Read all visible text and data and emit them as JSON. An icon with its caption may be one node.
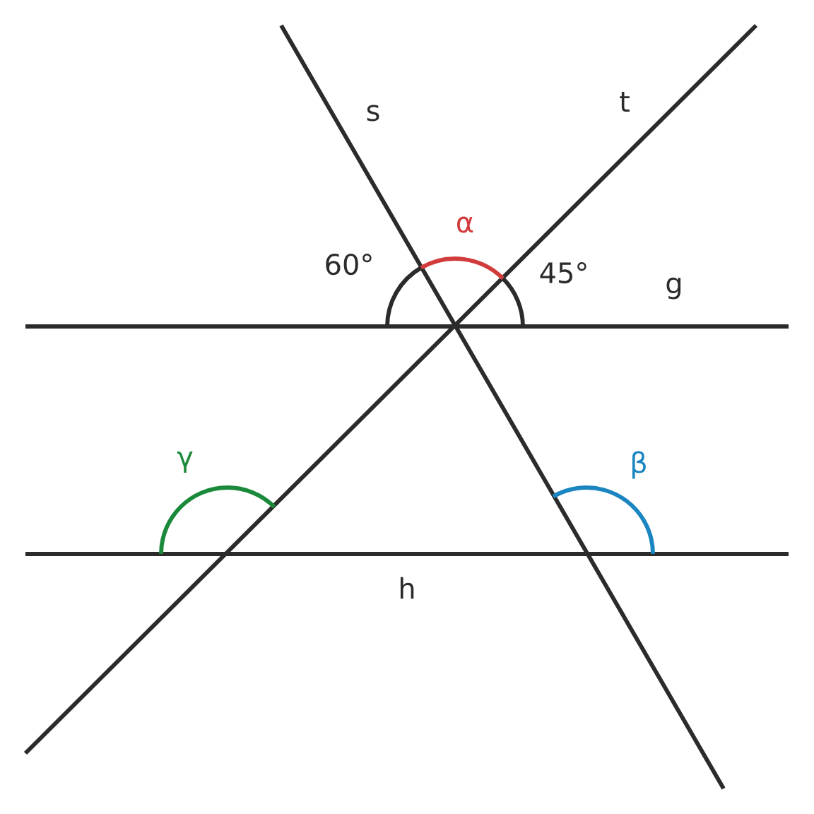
{
  "diagram": {
    "labels": [
      "s",
      "t",
      "α",
      "60°",
      "45°",
      "g",
      "γ",
      "β",
      "h"
    ]
  }
}
